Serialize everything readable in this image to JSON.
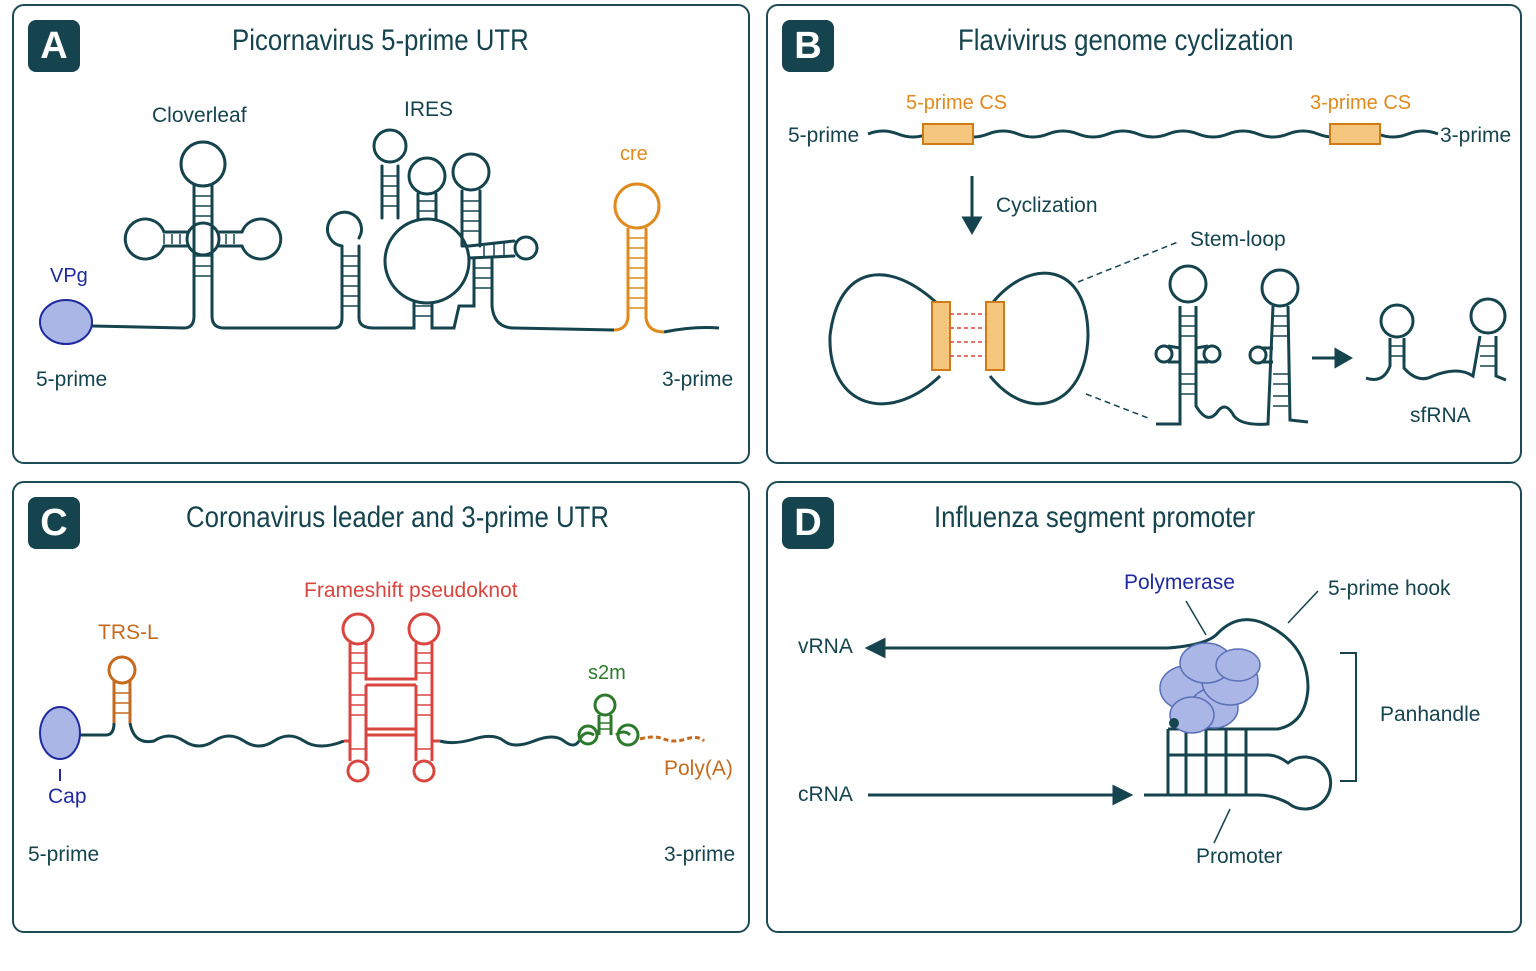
{
  "panels": {
    "a": {
      "badge": "A",
      "title": "Picornavirus 5-prime UTR",
      "labels": {
        "cloverleaf": "Cloverleaf",
        "ires": "IRES",
        "cre": "cre",
        "vpg": "VPg",
        "five_prime": "5-prime",
        "three_prime": "3-prime"
      }
    },
    "b": {
      "badge": "B",
      "title": "Flavivirus genome cyclization",
      "labels": {
        "five_prime_cs": "5-prime CS",
        "three_prime_cs": "3-prime CS",
        "five_prime": "5-prime",
        "three_prime": "3-prime",
        "cyclization": "Cyclization",
        "stem_loop": "Stem-loop",
        "sfrna": "sfRNA"
      }
    },
    "c": {
      "badge": "C",
      "title": "Coronavirus leader and 3-prime UTR",
      "labels": {
        "frameshift": "Frameshift pseudoknot",
        "trs_l": "TRS-L",
        "s2m": "s2m",
        "cap": "Cap",
        "poly_a": "Poly(A)",
        "five_prime": "5-prime",
        "three_prime": "3-prime"
      }
    },
    "d": {
      "badge": "D",
      "title": "Influenza segment promoter",
      "labels": {
        "polymerase": "Polymerase",
        "five_prime_hook": "5-prime hook",
        "vrna": "vRNA",
        "crna": "cRNA",
        "panhandle": "Panhandle",
        "promoter": "Promoter"
      }
    }
  },
  "colors": {
    "teal": "#16444e",
    "orange": "#e08a1e",
    "red": "#d9453f",
    "navy": "#1f2a9e",
    "green": "#2d7a2d",
    "protein": "#a9b6e6"
  }
}
